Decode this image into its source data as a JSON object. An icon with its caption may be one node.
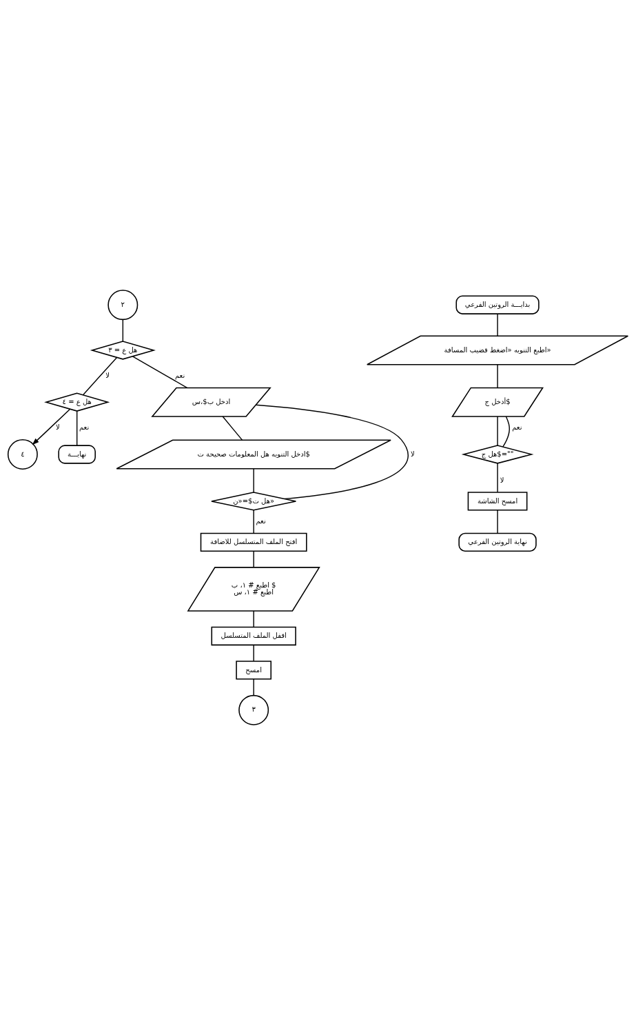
{
  "diagram": {
    "nodes": [
      {
        "text": [
          "٢"
        ]
      },
      {
        "text": [
          "هل ع = ٣"
        ]
      },
      {
        "text": [
          "هل ع = ٤"
        ]
      },
      {
        "text": [
          "٤"
        ]
      },
      {
        "text": [
          "نهايـــة"
        ]
      },
      {
        "text": [
          "ادخل ب$،س"
        ]
      },
      {
        "text": [
          "ادخل التنويه هل المعلومات صحيحة ت$"
        ]
      },
      {
        "text": [
          "هل ت$=«ن»"
        ]
      },
      {
        "text": [
          "افتح الملف المتسلسل للاضافة"
        ]
      },
      {
        "text": [
          "اطبع # ١، ب $",
          "اطبع # ١، س"
        ]
      },
      {
        "text": [
          "اقفل الملف المتسلسل"
        ]
      },
      {
        "text": [
          "امسح"
        ]
      },
      {
        "text": [
          "٣"
        ]
      },
      {
        "text": [
          "بدايـــة الروتين الفرعي"
        ]
      },
      {
        "text": [
          "اطبع التنويه «اضغط قضيب المسافة»"
        ]
      },
      {
        "text": [
          "أدخل ج$"
        ]
      },
      {
        "text": [
          "هل ج$=\"\""
        ]
      },
      {
        "text": [
          "امسح الشاشة"
        ]
      },
      {
        "text": [
          "نهاية الروتين الفرعي"
        ]
      }
    ],
    "edges": [
      {
        "from": 0,
        "to": 1,
        "arrow": "none"
      },
      {
        "from": 1,
        "to": 5,
        "arrow": "none",
        "label": "نعم"
      },
      {
        "from": 1,
        "to": 2,
        "arrow": "none",
        "label": "لا"
      },
      {
        "from": 2,
        "to": 3,
        "arrow": "to",
        "label": "لا"
      },
      {
        "from": 2,
        "to": 4,
        "arrow": "none",
        "label": "نعم"
      },
      {
        "from": 5,
        "to": 6,
        "arrow": "none"
      },
      {
        "from": 6,
        "to": 7,
        "arrow": "none"
      },
      {
        "from": 7,
        "to": 5,
        "arrow": "none",
        "label": "لا"
      },
      {
        "from": 7,
        "to": 8,
        "arrow": "none",
        "label": "نعم"
      },
      {
        "from": 8,
        "to": 9,
        "arrow": "none"
      },
      {
        "from": 9,
        "to": 10,
        "arrow": "none"
      },
      {
        "from": 10,
        "to": 11,
        "arrow": "none"
      },
      {
        "from": 11,
        "to": 12,
        "arrow": "none"
      },
      {
        "from": 13,
        "to": 14,
        "arrow": "none"
      },
      {
        "from": 14,
        "to": 15,
        "arrow": "none"
      },
      {
        "from": 15,
        "to": 16,
        "arrow": "none"
      },
      {
        "from": 16,
        "to": 15,
        "arrow": "none",
        "label": "نعم"
      },
      {
        "from": 16,
        "to": 17,
        "arrow": "none",
        "label": "لا"
      },
      {
        "from": 17,
        "to": 18,
        "arrow": "none"
      }
    ]
  }
}
